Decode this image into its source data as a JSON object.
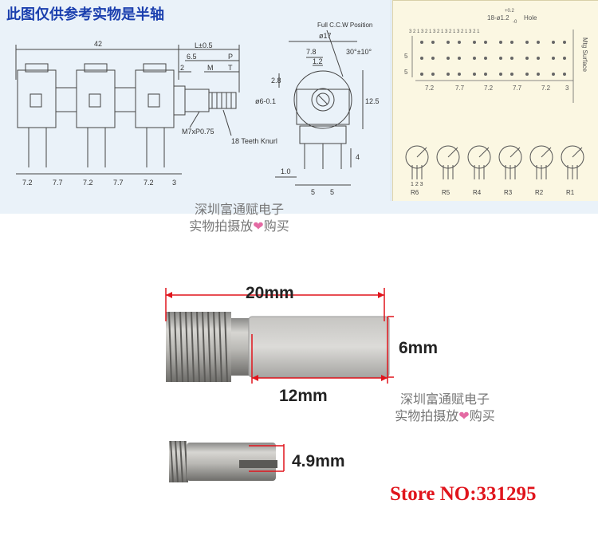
{
  "title": "此图仅供参考实物是半轴",
  "colors": {
    "dim_red": "#e0141c",
    "title_blue": "#1b3fae",
    "panel_blue": "#eaf2f9",
    "panel_cream": "#fbf7e2"
  },
  "drawing_side": {
    "overall_length": "42",
    "l_tol": "L±0.5",
    "d_65": "6.5",
    "p": "P",
    "d2": "2",
    "m": "M",
    "t": "T",
    "thread": "M7xP0.75",
    "knurl": "18 Teeth Knurl",
    "bottom_dims": [
      "7.2",
      "7.7",
      "7.2",
      "7.7",
      "7.2",
      "3"
    ]
  },
  "drawing_front": {
    "position_label": "Full C.C.W Position",
    "diameter": "ø17",
    "d78": "7.8",
    "d12": "1.2",
    "angle": "30°±10°",
    "d28": "2.8",
    "shaft_dia": "ø6-0.1",
    "d125": "12.5",
    "d4": "4",
    "d10": "1.0",
    "d5a": "5",
    "d5b": "5"
  },
  "pcb_layout": {
    "hole_label": "18-ø1.2",
    "hole_tol": "+0.2",
    "hole_tol2": "-0",
    "hole_word": "Hole",
    "surface": "Mtg Surface",
    "dims": [
      "7.2",
      "7.7",
      "7.2",
      "7.7",
      "7.2",
      "3"
    ],
    "vert_dims": [
      "5",
      "5"
    ],
    "pin_digits": "3 2 1 3 2 1 3 2 1 3 2 1 3 2 1 3 2 1",
    "schematics": [
      "R6",
      "R5",
      "R4",
      "R3",
      "R2",
      "R1"
    ],
    "pin_nums": "1 2 3"
  },
  "watermark": {
    "line1": "深圳富通赋电子",
    "line2a": "实物拍摄放",
    "heart": "❤",
    "line2b": "购买"
  },
  "shaft_dims": {
    "length": "20mm",
    "width": "6mm",
    "flat": "12mm",
    "short": "4.9mm"
  },
  "store": "Store NO:331295"
}
